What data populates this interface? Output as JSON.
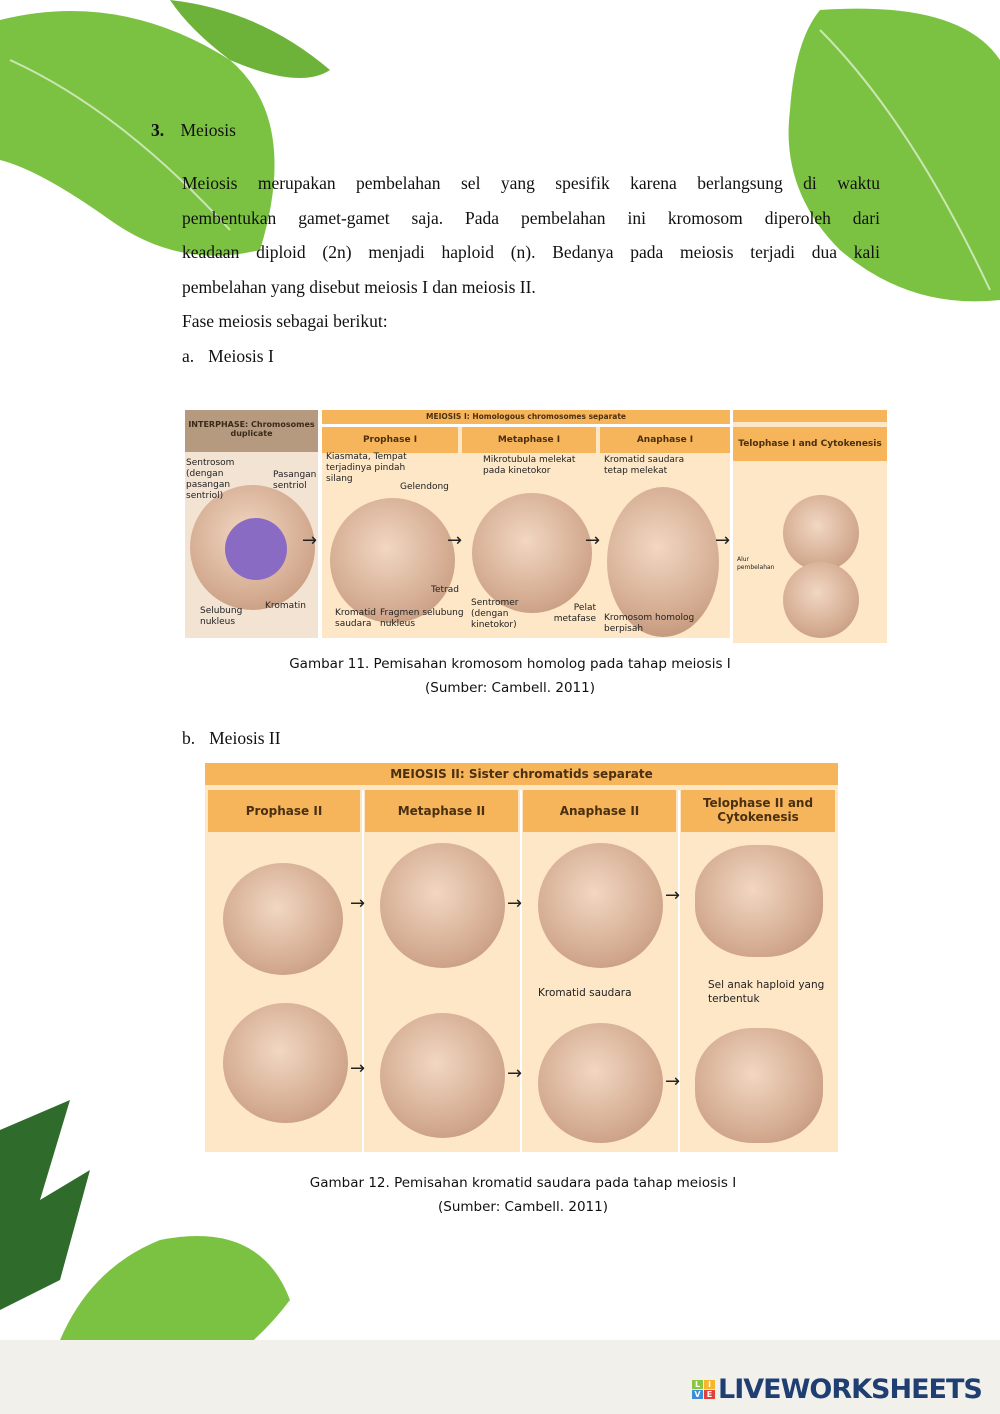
{
  "section": {
    "number": "3.",
    "title": "Meiosis"
  },
  "paragraph": [
    "Meiosis merupakan pembelahan sel yang spesifik karena berlangsung di waktu",
    "pembentukan gamet-gamet saja. Pada pembelahan ini kromosom diperoleh dari",
    "keadaan diploid (2n) menjadi haploid (n). Bedanya pada meiosis terjadi dua kali",
    "pembelahan yang disebut meiosis I dan meiosis II."
  ],
  "phases_intro": "Fase meiosis sebagai berikut:",
  "sub_a": {
    "letter": "a.",
    "title": "Meiosis I"
  },
  "figure1": {
    "title": "MEIOSIS I: Homologous chromosomes separate",
    "interphase": "INTERPHASE: Chromosomes duplicate",
    "columns": [
      "Prophase I",
      "Metaphase I",
      "Anaphase I",
      "Telophase I and Cytokenesis"
    ],
    "labels": {
      "sentrosom": "Sentrosom (dengan pasangan sentriol)",
      "pasangan": "Pasangan sentriol",
      "selubung": "Selubung nukleus",
      "kromatin": "Kromatin",
      "kiasmata": "Kiasmata, Tempat terjadinya pindah silang",
      "gelendong": "Gelendong",
      "tetrad": "Tetrad",
      "kromatid": "Kromatid saudara",
      "fragmen": "Fragmen selubung nukleus",
      "mikrotubula": "Mikrotubula melekat pada kinetokor",
      "sentromer": "Sentromer (dengan kinetokor)",
      "pelat": "Pelat metafase",
      "kromatid_tetap": "Kromatid saudara tetap melekat",
      "homolog": "Kromosom homolog berpisah",
      "alur": "Alur pembelahan"
    },
    "caption": "Gambar 11. Pemisahan kromosom homolog pada tahap meiosis I",
    "source": "(Sumber: Cambell. 2011)"
  },
  "sub_b": {
    "letter": "b.",
    "title": "Meiosis II"
  },
  "figure2": {
    "title": "MEIOSIS II: Sister chromatids separate",
    "columns": [
      "Prophase II",
      "Metaphase II",
      "Anaphase II",
      "Telophase II and Cytokenesis"
    ],
    "labels": {
      "kromatid": "Kromatid saudara",
      "sel_anak": "Sel anak haploid yang terbentuk"
    },
    "caption": "Gambar 12. Pemisahan kromatid saudara pada tahap meiosis I",
    "source": "(Sumber: Cambell. 2011)"
  },
  "watermark": {
    "badge": "LIVE",
    "brand": "LIVEWORKSHEETS"
  },
  "colors": {
    "leaf": "#7cc242",
    "orange": "#f6b55b",
    "panel": "#fde7c7",
    "brand": "#1f3f73"
  }
}
